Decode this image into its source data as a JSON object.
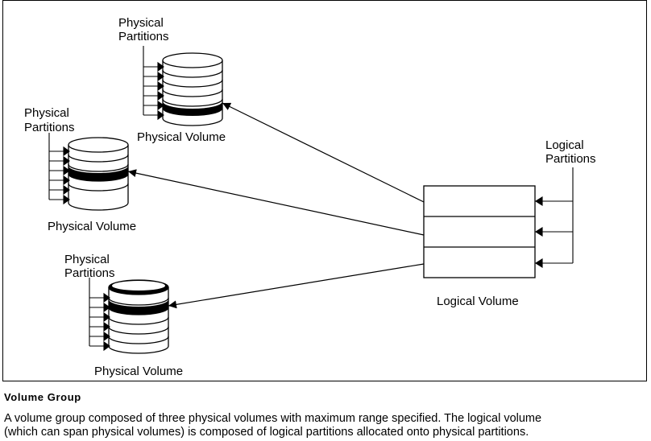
{
  "diagram": {
    "physical_volumes": [
      {
        "partitions_label_line1": "Physical",
        "partitions_label_line2": "Partitions",
        "volume_label": "Physical Volume"
      },
      {
        "partitions_label_line1": "Physical",
        "partitions_label_line2": "Partitions",
        "volume_label": "Physical Volume"
      },
      {
        "partitions_label_line1": "Physical",
        "partitions_label_line2": "Partitions",
        "volume_label": "Physical Volume"
      }
    ],
    "logical_volume": {
      "label": "Logical Volume",
      "partitions_label_line1": "Logical",
      "partitions_label_line2": "Partitions"
    }
  },
  "figure": {
    "title": "Volume Group",
    "caption_line1": "A volume group composed of three physical volumes with maximum range specified. The logical volume",
    "caption_line2": "(which can span physical volumes) is composed of logical partitions allocated onto physical partitions."
  }
}
